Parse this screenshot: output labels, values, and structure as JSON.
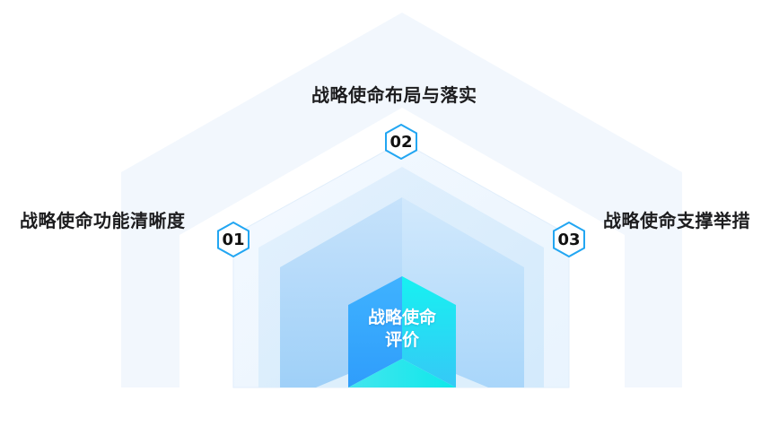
{
  "center": {
    "line1": "战略使命",
    "line2": "评价"
  },
  "items": [
    {
      "number": "01",
      "label": "战略使命功能清晰度"
    },
    {
      "number": "02",
      "label": "战略使命布局与落实"
    },
    {
      "number": "03",
      "label": "战略使命支撑举措"
    }
  ],
  "colors": {
    "outer_house": "#eef5fd",
    "cube_top": "#41b8ff",
    "cube_side": "#1de8ee",
    "badge_border": "#22a6f2",
    "text": "#1d1d1f"
  }
}
